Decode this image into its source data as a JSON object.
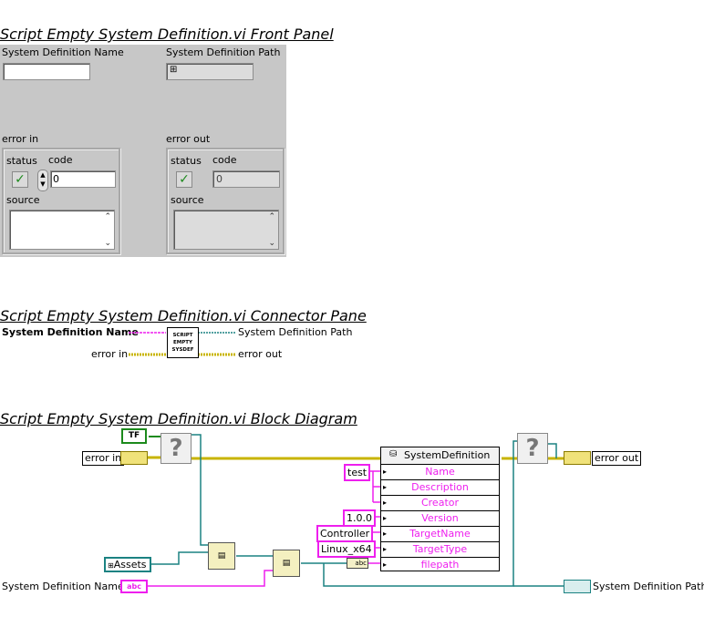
{
  "front_panel": {
    "title": "Script Empty System Definition.vi Front Panel",
    "sys_def_name_label": "System Definition Name",
    "sys_def_name_value": "",
    "sys_def_path_label": "System Definition Path",
    "error_in": {
      "label": "error in",
      "status_label": "status",
      "code_label": "code",
      "code_value": "0",
      "source_label": "source",
      "source_value": ""
    },
    "error_out": {
      "label": "error out",
      "status_label": "status",
      "code_label": "code",
      "code_value": "0",
      "source_label": "source",
      "source_value": ""
    }
  },
  "connector_pane": {
    "title": "Script Empty System Definition.vi Connector Pane",
    "left_top": "System Definition Name",
    "left_bottom": "error in",
    "right_top": "System Definition Path",
    "right_bottom": "error out",
    "icon_text": [
      "SCRIPT",
      "EMPTY",
      "SYSDEF"
    ]
  },
  "block_diagram": {
    "title": "Script Empty System Definition.vi Block Diagram",
    "true_const_icon": "TF",
    "case_selector": "?",
    "error_in_term": "error in",
    "error_out_term": "error out",
    "sysdef_node_title": "SystemDefinition",
    "properties": [
      "Name",
      "Description",
      "Creator",
      "Version",
      "TargetName",
      "TargetType",
      "filepath"
    ],
    "constants": {
      "name": "test",
      "version": "1.0.0",
      "target_name": "Controller",
      "target_type": "Linux_x64"
    },
    "assets_const": "Assets",
    "abc_label": "abc",
    "sys_def_name_term": "System Definition Name",
    "sys_def_path_term": "System Definition Path"
  },
  "colors": {
    "string_wire": "#ee1fee",
    "path_wire": "#1b8282",
    "error_wire": "#c8b400",
    "bool_wire": "#1c8a1c",
    "panel_bg": "#c7c7c7"
  }
}
